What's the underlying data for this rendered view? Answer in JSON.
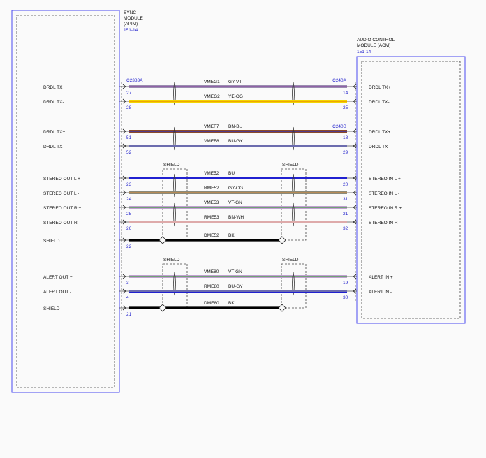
{
  "colors": {
    "outline_blue": "#4a4af0",
    "text_blue": "#2222cc",
    "GY-VT": [
      "#9a8db0",
      "#8a4aa0"
    ],
    "YE-OG": [
      "#f2d400",
      "#f08a00"
    ],
    "BN-BU": [
      "#8b4a2a",
      "#3030c0"
    ],
    "BU-GY": [
      "#2020d0",
      "#9a9a9a"
    ],
    "BU": [
      "#2020d0",
      "#2020d0"
    ],
    "GY-OG": [
      "#8a8a7a",
      "#d08a40"
    ],
    "VT-GN": [
      "#c0a0d0",
      "#40a040"
    ],
    "BN-WH": [
      "#c05050",
      "#f0e0e0"
    ],
    "BK": [
      "#000000",
      "#000000"
    ]
  },
  "left_module": {
    "name_lines": [
      "SYNC",
      "MODULE",
      "(APIM)"
    ],
    "ref": "151-14",
    "connector": "C2383A"
  },
  "right_module": {
    "name_lines": [
      "AUDIO CONTROL",
      "MODULE (ACM)"
    ],
    "ref": "151-14",
    "connectors": [
      "C240A",
      "C240B"
    ]
  },
  "shield_label": "SHIELD",
  "circuits": [
    {
      "left_label": "DRDL TX+",
      "left_pin": "27",
      "circuit": "VMEG1",
      "color": "GY-VT",
      "right_pin": "14",
      "right_label": "DRDL TX+"
    },
    {
      "left_label": "DRDL TX-",
      "left_pin": "28",
      "circuit": "VMEG2",
      "color": "YE-OG",
      "right_pin": "25",
      "right_label": "DRDL TX-"
    },
    {
      "left_label": "DRDL TX+",
      "left_pin": "51",
      "circuit": "VMEF7",
      "color": "BN-BU",
      "right_pin": "18",
      "right_label": "DRDL TX+"
    },
    {
      "left_label": "DRDL TX-",
      "left_pin": "52",
      "circuit": "VMEF8",
      "color": "BU-GY",
      "right_pin": "29",
      "right_label": "DRDL TX-"
    },
    {
      "left_label": "STEREO OUT L +",
      "left_pin": "23",
      "circuit": "VME52",
      "color": "BU",
      "right_pin": "20",
      "right_label": "STEREO IN L +"
    },
    {
      "left_label": "STEREO OUT L -",
      "left_pin": "24",
      "circuit": "RME52",
      "color": "GY-OG",
      "right_pin": "31",
      "right_label": "STEREO IN L -"
    },
    {
      "left_label": "STEREO OUT R +",
      "left_pin": "25",
      "circuit": "VME53",
      "color": "VT-GN",
      "right_pin": "21",
      "right_label": "STEREO IN R +"
    },
    {
      "left_label": "STEREO OUT R -",
      "left_pin": "26",
      "circuit": "RME53",
      "color": "BN-WH",
      "right_pin": "32",
      "right_label": "STEREO IN R -"
    },
    {
      "left_label": "SHIELD",
      "left_pin": "22",
      "circuit": "DME52",
      "color": "BK",
      "right_pin": "",
      "right_label": ""
    },
    {
      "left_label": "ALERT OUT +",
      "left_pin": "3",
      "circuit": "VME80",
      "color": "VT-GN",
      "right_pin": "19",
      "right_label": "ALERT IN +"
    },
    {
      "left_label": "ALERT OUT -",
      "left_pin": "4",
      "circuit": "RME80",
      "color": "BU-GY",
      "right_pin": "30",
      "right_label": "ALERT IN -"
    },
    {
      "left_label": "SHIELD",
      "left_pin": "21",
      "circuit": "DME80",
      "color": "BK",
      "right_pin": "",
      "right_label": ""
    }
  ]
}
